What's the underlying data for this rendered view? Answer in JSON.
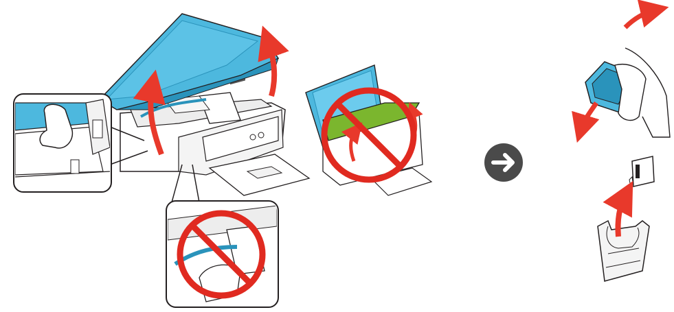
{
  "illustration": {
    "steps": [
      {
        "name": "open-scanner-unit",
        "icon": "printer-open-icon"
      },
      {
        "name": "do-not-touch-cable",
        "icon": "prohibited-icon"
      },
      {
        "name": "do-not-open-control-panel-only",
        "icon": "prohibited-icon"
      },
      {
        "name": "next-step",
        "icon": "arrow-right-circle-icon"
      },
      {
        "name": "shake-cartridge",
        "icon": "cartridge-shake-icon"
      },
      {
        "name": "unpack-cartridge",
        "icon": "cartridge-package-icon"
      }
    ],
    "colors": {
      "scanner_blue": "#4db8de",
      "scanner_blue_dark": "#2a93bb",
      "panel_green": "#7bb62e",
      "arrow_red": "#e8392b",
      "prohibit_red": "#e02a20",
      "outline": "#231f20",
      "next_circle": "#4a4a4a"
    }
  }
}
